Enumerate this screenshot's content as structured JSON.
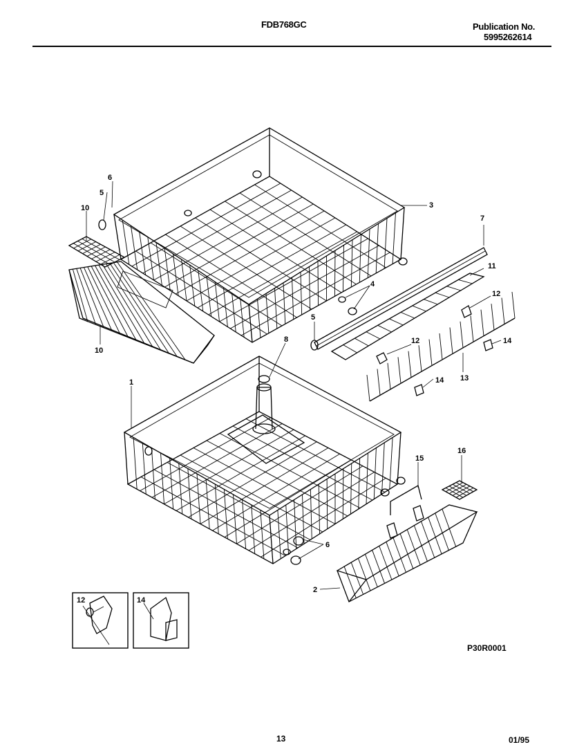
{
  "header": {
    "model": "FDB768GC",
    "publication_label": "Publication No.",
    "publication_number": "5995262614"
  },
  "callouts": [
    {
      "id": "c1",
      "label": "1"
    },
    {
      "id": "c2",
      "label": "2"
    },
    {
      "id": "c3",
      "label": "3"
    },
    {
      "id": "c4",
      "label": "4"
    },
    {
      "id": "c5a",
      "label": "5"
    },
    {
      "id": "c5b",
      "label": "5"
    },
    {
      "id": "c6a",
      "label": "6"
    },
    {
      "id": "c6b",
      "label": "6"
    },
    {
      "id": "c7",
      "label": "7"
    },
    {
      "id": "c8",
      "label": "8"
    },
    {
      "id": "c10a",
      "label": "10"
    },
    {
      "id": "c10b",
      "label": "10"
    },
    {
      "id": "c11",
      "label": "11"
    },
    {
      "id": "c12a",
      "label": "12"
    },
    {
      "id": "c12b",
      "label": "12"
    },
    {
      "id": "c13",
      "label": "13"
    },
    {
      "id": "c14a",
      "label": "14"
    },
    {
      "id": "c14b",
      "label": "14"
    },
    {
      "id": "c15",
      "label": "15"
    },
    {
      "id": "c16",
      "label": "16"
    }
  ],
  "insets": [
    {
      "label": "12"
    },
    {
      "label": "14"
    }
  ],
  "drawing_code": "P30R0001",
  "footer": {
    "page_number": "13",
    "date_code": "01/95"
  }
}
